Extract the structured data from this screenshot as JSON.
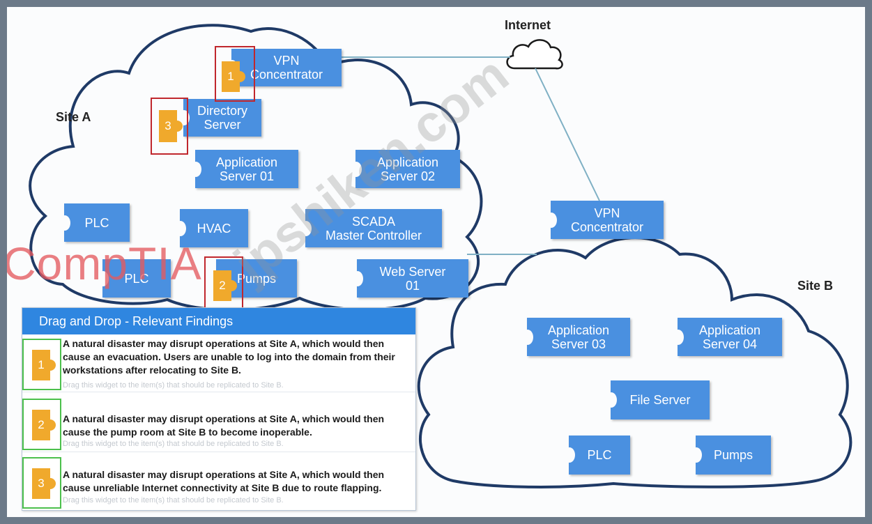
{
  "site_a": {
    "label": "Site A",
    "nodes": {
      "vpn_concentrator": "VPN\nConcentrator",
      "directory_server": "Directory\nServer",
      "application_server_01": "Application\nServer 01",
      "application_server_02": "Application\nServer 02",
      "plc_upper": "PLC",
      "hvac": "HVAC",
      "scada_master_controller": "SCADA\nMaster Controller",
      "plc_lower": "PLC",
      "pumps": "Pumps",
      "web_server_01": "Web Server\n01"
    },
    "badges": {
      "vpn": "1",
      "directory": "3",
      "pumps": "2"
    }
  },
  "internet": {
    "label": "Internet"
  },
  "site_b": {
    "label": "Site B",
    "nodes": {
      "vpn_concentrator": "VPN\nConcentrator",
      "application_server_03": "Application\nServer 03",
      "application_server_04": "Application\nServer 04",
      "file_server": "File Server",
      "plc": "PLC",
      "pumps": "Pumps"
    }
  },
  "panel": {
    "title": "Drag and Drop - Relevant Findings",
    "findings": [
      {
        "number": "1",
        "text": "A natural disaster may disrupt operations at Site A, which would then cause an evacuation. Users are unable to log into the domain from their workstations after relocating to Site B.",
        "hint": "Drag this widget to the item(s) that should be replicated to Site B."
      },
      {
        "number": "2",
        "text": "A natural disaster may disrupt operations at Site A, which would then cause the pump room at Site B to become inoperable.",
        "hint": "Drag this widget to the item(s) that should be replicated to Site B."
      },
      {
        "number": "3",
        "text": "A natural disaster may disrupt operations at Site A, which would then cause unreliable Internet connectivity at Site B due to route flapping.",
        "hint": "Drag this widget to the item(s) that should be replicated to Site B."
      }
    ]
  },
  "watermarks": {
    "brand": "CompTIA",
    "site": "jpshiken.com"
  },
  "colors": {
    "node": "#4a90e0",
    "badge": "#f0a92c",
    "cloud_outline": "#1f3a66",
    "link": "#7fb0c4",
    "highlight_red": "#c0272d",
    "highlight_green": "#4cc04c",
    "panel_header": "#2f86e0"
  }
}
